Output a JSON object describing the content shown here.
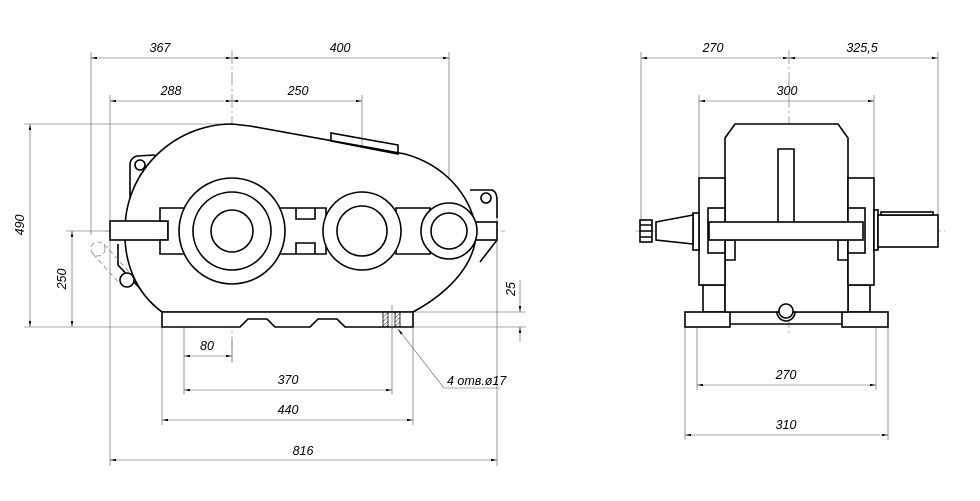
{
  "drawing": {
    "front_view": {
      "dims": {
        "d367": "367",
        "d400": "400",
        "d288": "288",
        "d250_top": "250",
        "d490": "490",
        "d250_left": "250",
        "d25": "25",
        "d80": "80",
        "d370": "370",
        "d440": "440",
        "d816": "816"
      },
      "hole_note": "4 отв.ø17"
    },
    "side_view": {
      "dims": {
        "d270_top": "270",
        "d325": "325,5",
        "d300": "300",
        "d270_bottom": "270",
        "d310": "310"
      }
    }
  }
}
